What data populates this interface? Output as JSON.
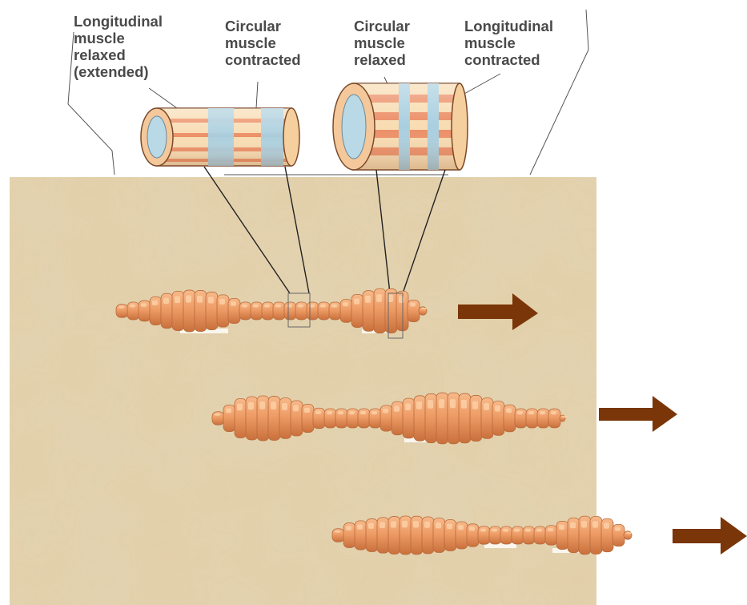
{
  "labels": {
    "longitudinal_relaxed": "Longitudinal\nmuscle\nrelaxed\n(extended)",
    "circular_contracted": "Circular\nmuscle\ncontracted",
    "circular_relaxed": "Circular\nmuscle\nrelaxed",
    "longitudinal_contracted": "Longitudinal\nmuscle\ncontracted"
  },
  "colors": {
    "soil": "#e2cfa8",
    "worm_body": "#ee9c66",
    "worm_highlight": "#fbd0a6",
    "arrow": "#7a3608",
    "longitudinal_band": "#ec8f67",
    "circular_band": "#a9cfe0",
    "tube_base": "#f8dcb2"
  }
}
